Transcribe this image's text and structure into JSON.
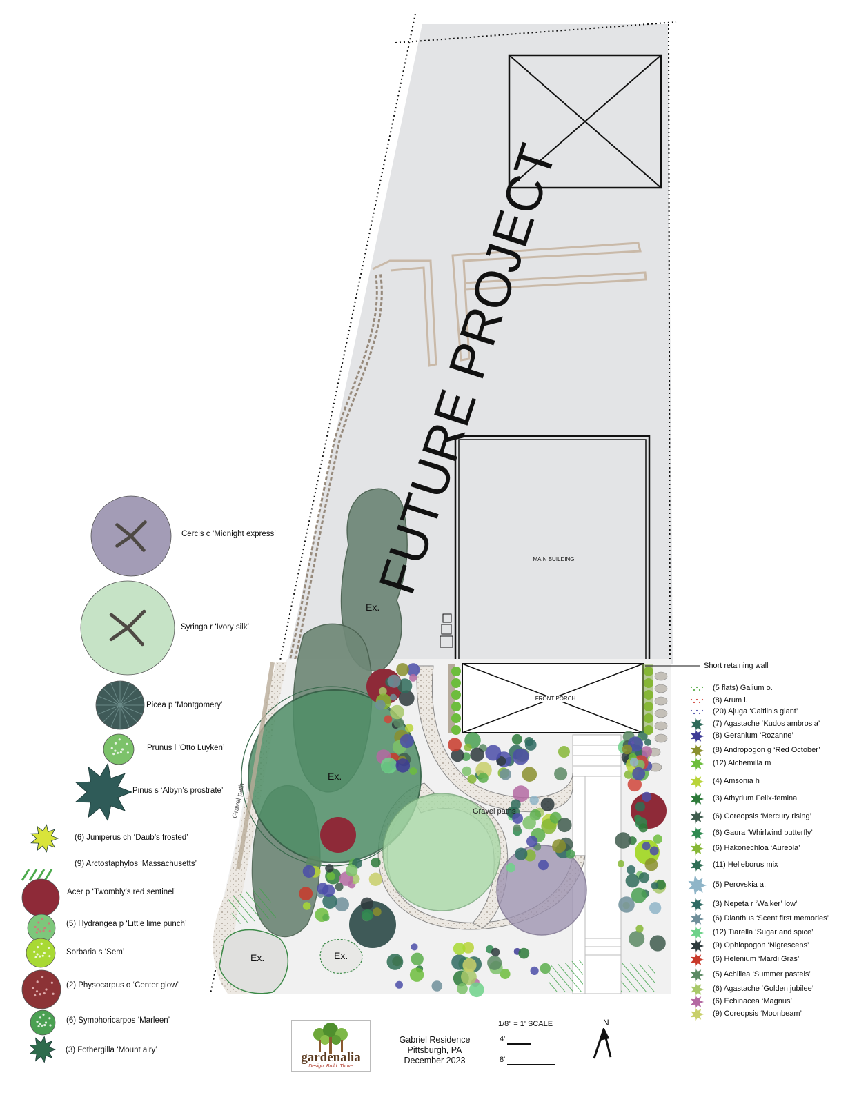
{
  "plan": {
    "overlay_text": "FUTURE PROJECT",
    "main_building": "MAIN BUILDING",
    "front_porch": "FRONT PORCH",
    "gravel_paths": "Gravel paths",
    "gravel_path_vertical": "Gravel path",
    "existing_label": "Ex.",
    "retaining_wall": "Short retaining wall"
  },
  "legend_left": [
    {
      "label": "Cercis c ‘Midnight express’",
      "icon": "cercis-tree-icon",
      "color": "#a39cb6"
    },
    {
      "label": "Syringa r ‘Ivory silk’",
      "icon": "syringa-tree-icon",
      "color": "#c6e3c6"
    },
    {
      "label": "Picea p ‘Montgomery’",
      "icon": "picea-icon",
      "color": "#3f5a58"
    },
    {
      "label": "Prunus l ‘Otto Luyken’",
      "icon": "prunus-icon",
      "color": "#7cc26a"
    },
    {
      "label": "Pinus s ‘Albyn’s prostrate’",
      "icon": "pinus-icon",
      "color": "#2f5b58"
    },
    {
      "label": "(6) Juniperus ch ‘Daub’s frosted’",
      "icon": "juniperus-icon",
      "color": "#d9e43a"
    },
    {
      "label": "(9) Arctostaphylos ‘Massachusetts’",
      "icon": "arctostaphylos-icon",
      "color": "#4caa4c"
    },
    {
      "label": "Acer p ‘Twombly’s red sentinel’",
      "icon": "acer-icon",
      "color": "#8e2a38"
    },
    {
      "label": "(5) Hydrangea p ‘Little lime punch’",
      "icon": "hydrangea-icon",
      "color": "#7dc77b"
    },
    {
      "label": "Sorbaria s ‘Sem’",
      "icon": "sorbaria-icon",
      "color": "#a8d934"
    },
    {
      "label": "(2) Physocarpus o ‘Center glow’",
      "icon": "physocarpus-icon",
      "color": "#8c3336"
    },
    {
      "label": "(6) Symphoricarpos ‘Marleen’",
      "icon": "symphoricarpos-icon",
      "color": "#4aa052"
    },
    {
      "label": "(3) Fothergilla ‘Mount airy’",
      "icon": "fothergilla-icon",
      "color": "#2e6b4c"
    }
  ],
  "legend_right": [
    {
      "label": "(5 flats) Galium o.",
      "icon": "galium-icon",
      "color": "#5cae4c"
    },
    {
      "label": "(8) Arum i.",
      "icon": "arum-icon",
      "color": "#d0453a"
    },
    {
      "label": "(20) Ajuga ‘Caitlin’s giant’",
      "icon": "ajuga-icon",
      "color": "#4b4ea8"
    },
    {
      "label": "(7) Agastache ‘Kudos ambrosia’",
      "icon": "agastache-kudos-icon",
      "color": "#2f6b5a"
    },
    {
      "label": "(8) Geranium ‘Rozanne’",
      "icon": "geranium-icon",
      "color": "#3e3c96"
    },
    {
      "label": "(8) Andropogon g ‘Red October’",
      "icon": "andropogon-icon",
      "color": "#8a8f2e"
    },
    {
      "label": "(12) Alchemilla m",
      "icon": "alchemilla-icon",
      "color": "#6dbd3d"
    },
    {
      "label": "(4) Amsonia h",
      "icon": "amsonia-icon",
      "color": "#b9d43a"
    },
    {
      "label": "(3) Athyrium Felix-femina",
      "icon": "athyrium-icon",
      "color": "#2d7a3a"
    },
    {
      "label": "(6) Coreopsis ‘Mercury rising’",
      "icon": "coreopsis-mercury-icon",
      "color": "#3f5c4e"
    },
    {
      "label": "(6) Gaura ‘Whirlwind butterfly’",
      "icon": "gaura-icon",
      "color": "#2f8a50"
    },
    {
      "label": "(6) Hakonechloa ‘Aureola’",
      "icon": "hakonechloa-icon",
      "color": "#86b736"
    },
    {
      "label": "(11) Helleborus mix",
      "icon": "helleborus-icon",
      "color": "#2f6e55"
    },
    {
      "label": "(5) Perovskia a.",
      "icon": "perovskia-icon",
      "color": "#8fb5c8"
    },
    {
      "label": "(3) Nepeta r ‘Walker’ low’",
      "icon": "nepeta-icon",
      "color": "#2f6b63"
    },
    {
      "label": "(6) Dianthus ‘Scent first memories’",
      "icon": "dianthus-icon",
      "color": "#6f8f9a"
    },
    {
      "label": "(12) Tiarella ‘Sugar and spice’",
      "icon": "tiarella-icon",
      "color": "#6ed28a"
    },
    {
      "label": "(9) Ophiopogon ‘Nigrescens’",
      "icon": "ophiopogon-icon",
      "color": "#2e3a3c"
    },
    {
      "label": "(6) Helenium ‘Mardi Gras’",
      "icon": "helenium-icon",
      "color": "#c8392a"
    },
    {
      "label": "(5) Achillea ‘Summer pastels’",
      "icon": "achillea-icon",
      "color": "#5c8a64"
    },
    {
      "label": "(6) Agastache ‘Golden jubilee’",
      "icon": "agastache-golden-icon",
      "color": "#a8c86a"
    },
    {
      "label": "(6) Echinacea ‘Magnus’",
      "icon": "echinacea-icon",
      "color": "#b46aa2"
    },
    {
      "label": "(9) Coreopsis ‘Moonbeam’",
      "icon": "coreopsis-moonbeam-icon",
      "color": "#c8cf6a"
    }
  ],
  "title_block": {
    "logo_text": "gardenalia",
    "logo_tagline": "Design. Build. Thrive",
    "project": "Gabriel Residence",
    "location": "Pittsburgh, PA",
    "date": "December 2023",
    "scale": "1/8\" = 1' SCALE",
    "scale_4": "4'",
    "scale_8": "8'",
    "north": "N"
  }
}
